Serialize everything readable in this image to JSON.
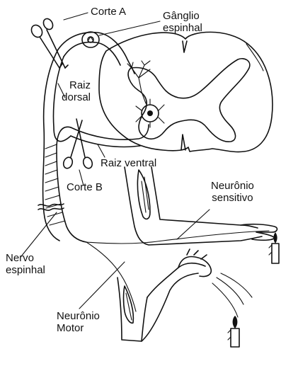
{
  "labels": {
    "corte_a": "Corte A",
    "ganglio_line1": "Gânglio",
    "ganglio_line2": "espinhal",
    "raiz_dorsal_line1": "Raiz",
    "raiz_dorsal_line2": "dorsal",
    "raiz_ventral": "Raiz ventral",
    "corte_b": "Corte B",
    "neuronio_sensitivo_line1": "Neurônio",
    "neuronio_sensitivo_line2": "sensitivo",
    "nervo_espinhal_line1": "Nervo",
    "nervo_espinhal_line2": "espinhal",
    "neuronio_motor_line1": "Neurônio",
    "neuronio_motor_line2": "Motor"
  }
}
